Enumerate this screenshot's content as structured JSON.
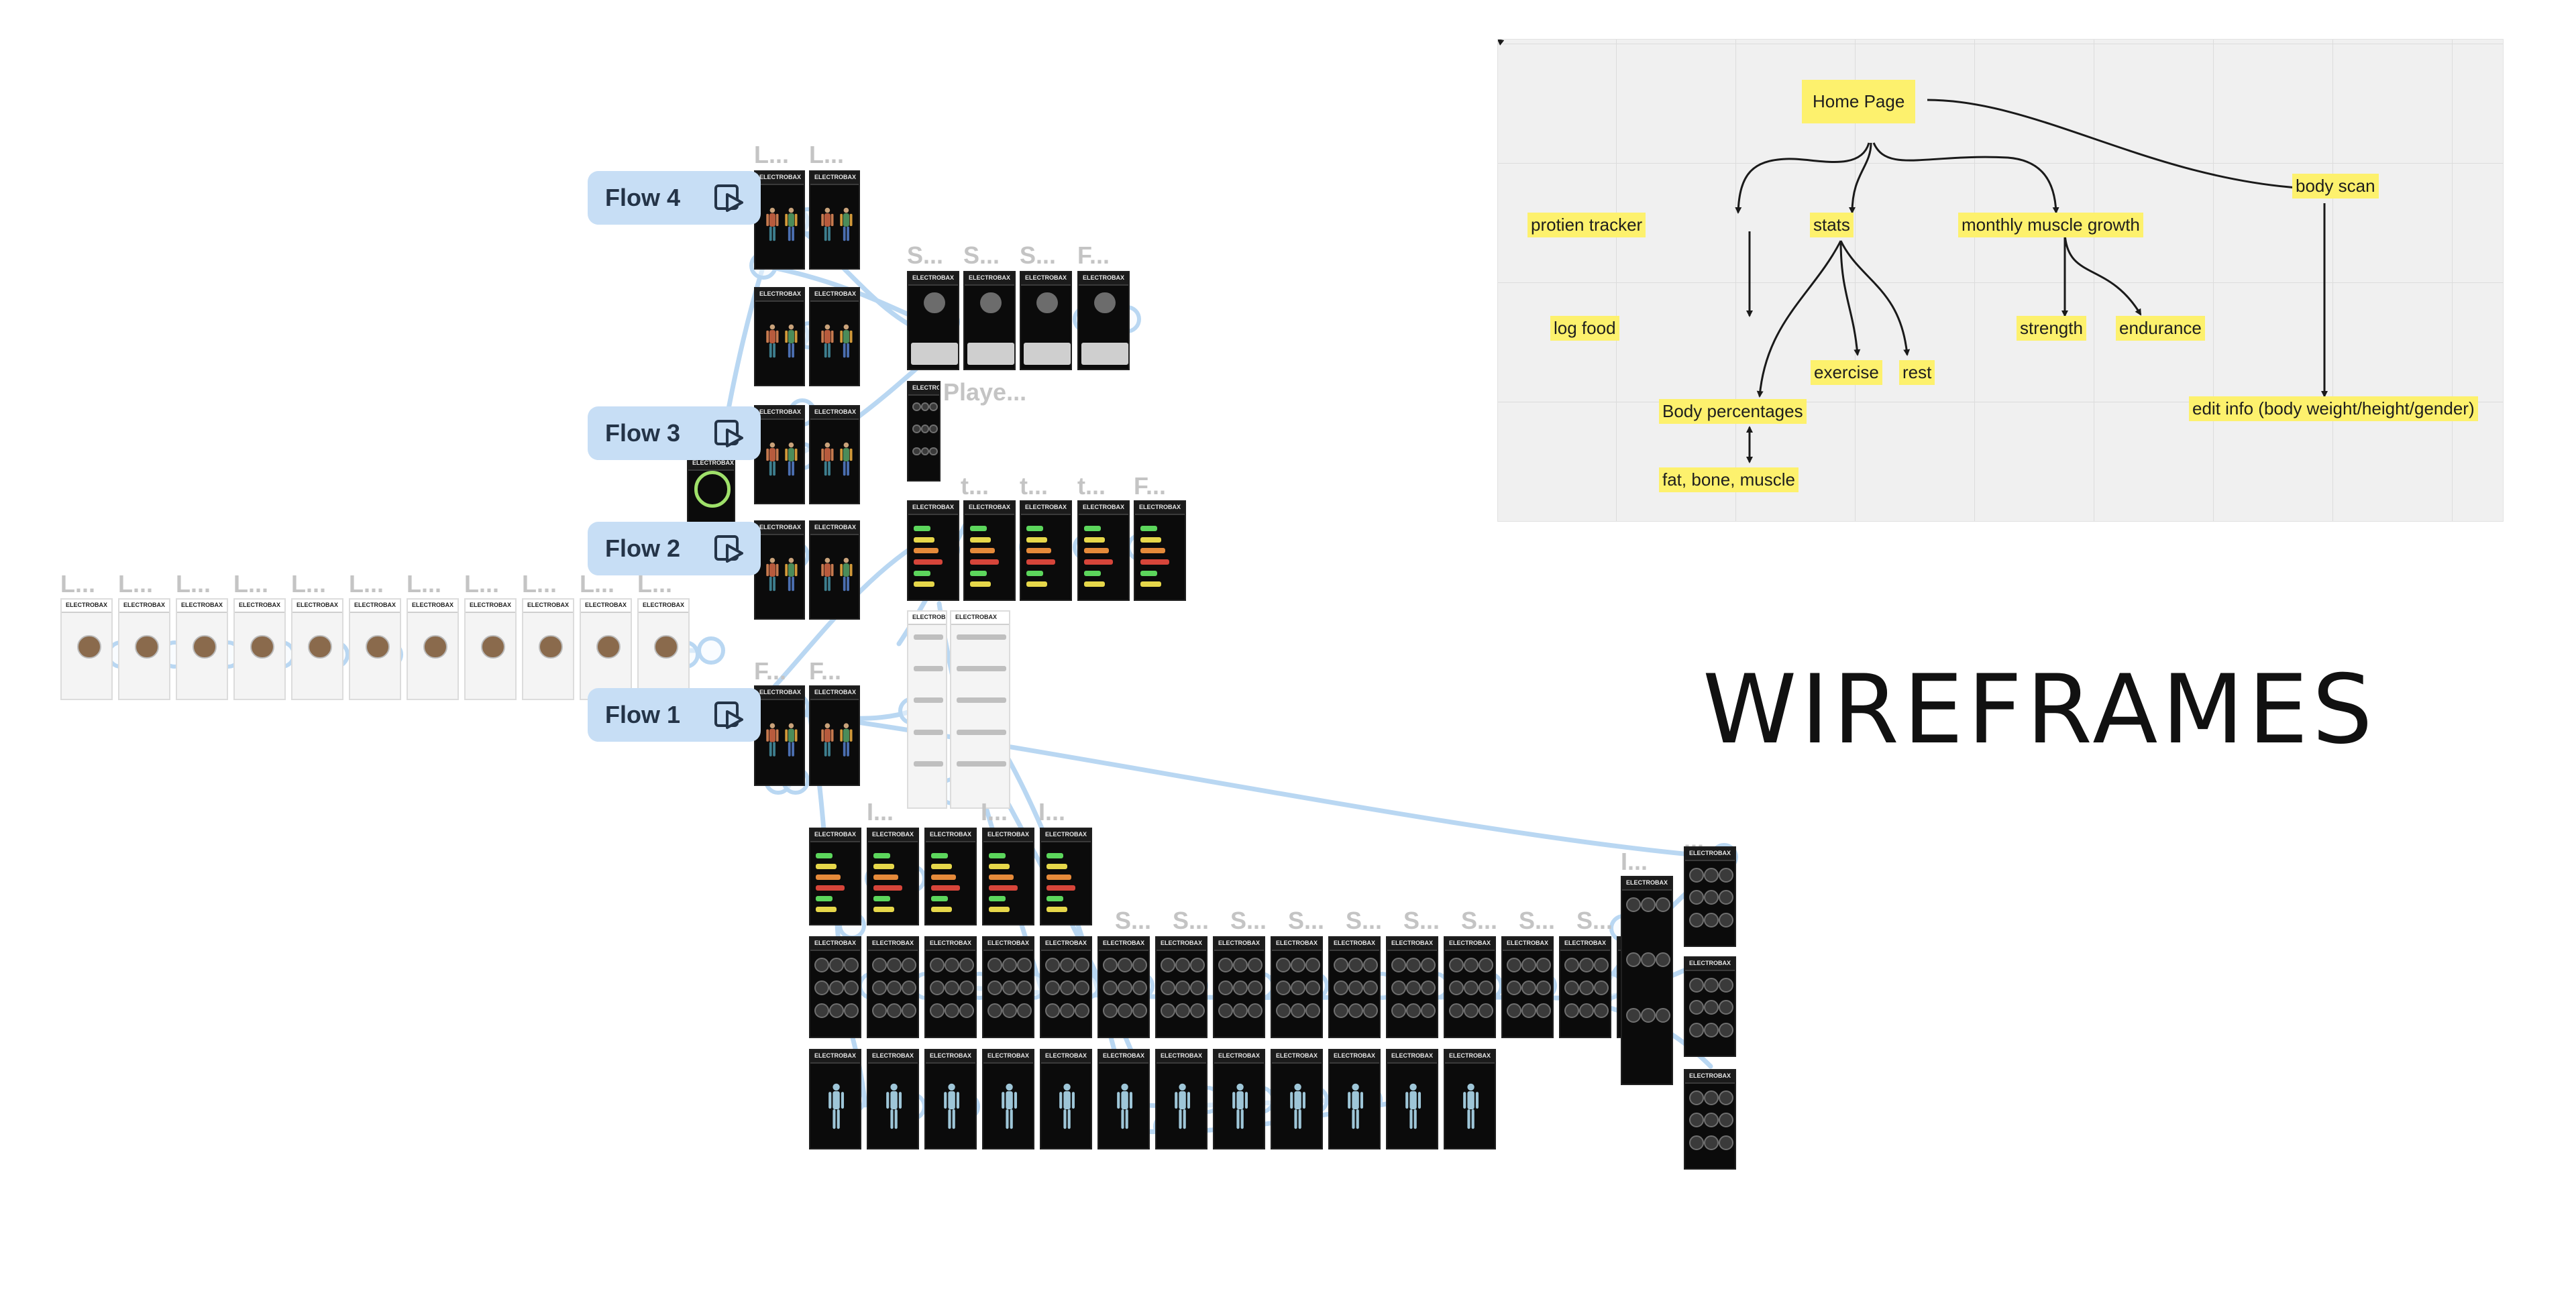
{
  "heading": "WIREFRAMES",
  "colors": {
    "canvas": "#ffffff",
    "flow_button": "#c7def5",
    "flow_text": "#243448",
    "connector": "#b9d7f2",
    "sticky": "#fdf16d",
    "board": "#f0f0f0",
    "phone_bg": "#0b0b0b"
  },
  "flows": [
    {
      "label": "Flow 4",
      "icon": "play-flow-icon"
    },
    {
      "label": "Flow 3",
      "icon": "play-flow-icon"
    },
    {
      "label": "Flow 2",
      "icon": "play-flow-icon"
    },
    {
      "label": "Flow 1",
      "icon": "play-flow-icon"
    }
  ],
  "frame_labels": {
    "flow4_col1": "L...",
    "flow4_col2": "L...",
    "top_s1": "S...",
    "top_s2": "S...",
    "top_s3": "S...",
    "top_f": "F...",
    "player": "Playe...",
    "mid_t1": "t...",
    "mid_t2": "t...",
    "mid_t3": "t...",
    "mid_f": "F...",
    "flow1_f1": "F...",
    "flow1_f2": "F...",
    "row_l": "L...",
    "row_i": "I...",
    "row_s": "S...",
    "right_col_l": "I...",
    "right_col_dots": "..."
  },
  "app_brand": "ELECTROBAX",
  "sticky_notes": {
    "home": "Home Page",
    "protein": "protien tracker",
    "stats": "stats",
    "monthly": "monthly muscle growth",
    "scan": "body scan",
    "log": "log food",
    "exercise": "exercise",
    "rest": "rest",
    "strength": "strength",
    "endurance": "endurance",
    "percent": "Body percentages",
    "fbm": "fat, bone, muscle",
    "edit": "edit info (body weight/height/gender)"
  }
}
